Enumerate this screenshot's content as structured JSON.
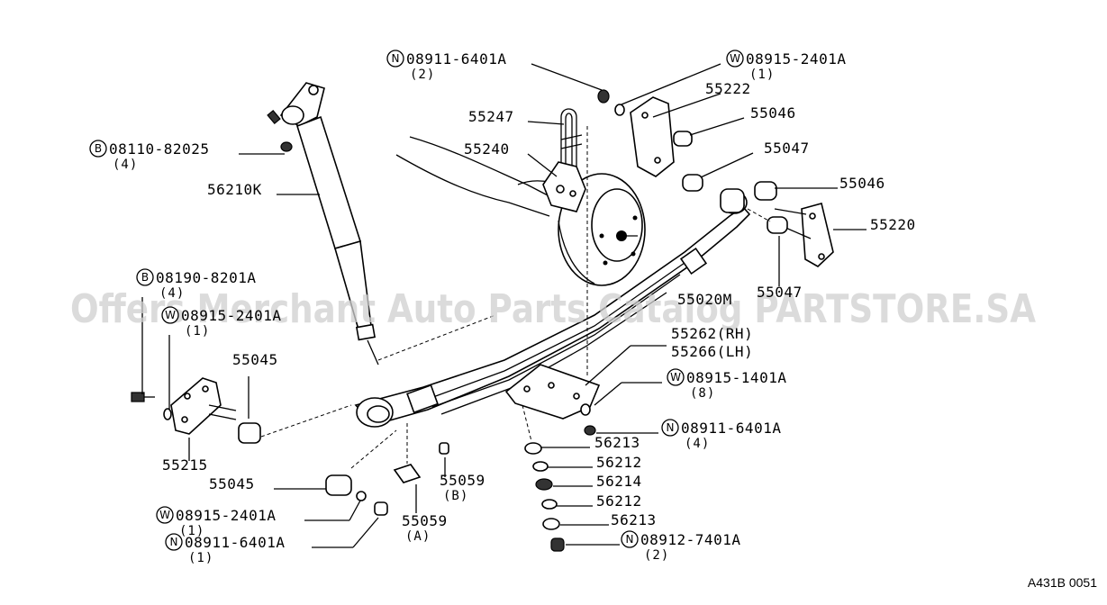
{
  "watermark": "Offers Merchant Auto Parts Catalog PARTSTORE.SA",
  "diagram_code": "A431B 0051",
  "callouts": [
    {
      "id": "c1",
      "badge": "N",
      "part": "08911-6401A",
      "qty": "(2)"
    },
    {
      "id": "c2",
      "badge": "W",
      "part": "08915-2401A",
      "qty": "(1)"
    },
    {
      "id": "c3",
      "badge": "",
      "part": "55222",
      "qty": ""
    },
    {
      "id": "c4",
      "badge": "",
      "part": "55046",
      "qty": ""
    },
    {
      "id": "c5",
      "badge": "",
      "part": "55247",
      "qty": ""
    },
    {
      "id": "c6",
      "badge": "",
      "part": "55240",
      "qty": ""
    },
    {
      "id": "c7",
      "badge": "",
      "part": "55047",
      "qty": ""
    },
    {
      "id": "c8",
      "badge": "B",
      "part": "08110-82025",
      "qty": "(4)"
    },
    {
      "id": "c9",
      "badge": "",
      "part": "55046",
      "qty": ""
    },
    {
      "id": "c10",
      "badge": "",
      "part": "56210K",
      "qty": ""
    },
    {
      "id": "c11",
      "badge": "",
      "part": "55220",
      "qty": ""
    },
    {
      "id": "c12",
      "badge": "B",
      "part": "08190-8201A",
      "qty": "(4)"
    },
    {
      "id": "c13",
      "badge": "",
      "part": "55047",
      "qty": ""
    },
    {
      "id": "c14",
      "badge": "",
      "part": "55020M",
      "qty": ""
    },
    {
      "id": "c15",
      "badge": "W",
      "part": "08915-2401A",
      "qty": "(1)"
    },
    {
      "id": "c16",
      "badge": "",
      "part": "55262(RH)",
      "qty": ""
    },
    {
      "id": "c17",
      "badge": "",
      "part": "55266(LH)",
      "qty": ""
    },
    {
      "id": "c18",
      "badge": "",
      "part": "55045",
      "qty": ""
    },
    {
      "id": "c19",
      "badge": "W",
      "part": "08915-1401A",
      "qty": "(8)"
    },
    {
      "id": "c20",
      "badge": "N",
      "part": "08911-6401A",
      "qty": "(4)"
    },
    {
      "id": "c21",
      "badge": "",
      "part": "56213",
      "qty": ""
    },
    {
      "id": "c22",
      "badge": "",
      "part": "55215",
      "qty": ""
    },
    {
      "id": "c23",
      "badge": "",
      "part": "56212",
      "qty": ""
    },
    {
      "id": "c24",
      "badge": "",
      "part": "55045",
      "qty": ""
    },
    {
      "id": "c25",
      "badge": "",
      "part": "55059",
      "qty": "(B)"
    },
    {
      "id": "c26",
      "badge": "",
      "part": "56214",
      "qty": ""
    },
    {
      "id": "c27",
      "badge": "",
      "part": "56212",
      "qty": ""
    },
    {
      "id": "c28",
      "badge": "W",
      "part": "08915-2401A",
      "qty": "(1)"
    },
    {
      "id": "c29",
      "badge": "",
      "part": "56213",
      "qty": ""
    },
    {
      "id": "c30",
      "badge": "",
      "part": "55059",
      "qty": "(A)"
    },
    {
      "id": "c31",
      "badge": "N",
      "part": "08911-6401A",
      "qty": "(1)"
    },
    {
      "id": "c32",
      "badge": "N",
      "part": "08912-7401A",
      "qty": "(2)"
    }
  ]
}
